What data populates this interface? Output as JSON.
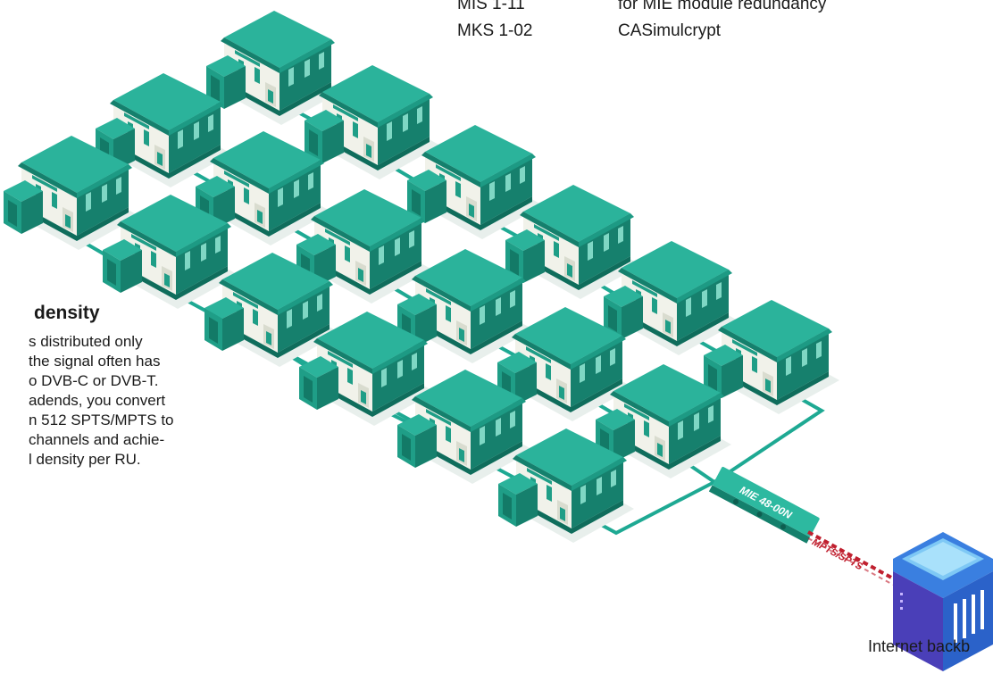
{
  "options": [
    {
      "code": "MIS 1-11",
      "description": "for MIE module redundancy"
    },
    {
      "code": "MKS 1-02",
      "description": "CASimulcrypt"
    }
  ],
  "info": {
    "heading": "density",
    "lines": [
      "s distributed only",
      "the signal often has",
      "o DVB-C or DVB-T.",
      "adends, you convert",
      "n 512 SPTS/MPTS to",
      "channels and achie-",
      "l density per RU."
    ]
  },
  "device_label": "MIE 48-00N",
  "link_label": "MPTS/SPTS",
  "server_label": "Internet backb",
  "colors": {
    "roof": "#2bb39b",
    "roof_dark": "#15806d",
    "wall_light": "#f1f2ea",
    "wall_dark": "#16806d",
    "garage": "#1f9e87",
    "cable": "#1ea993",
    "link_red": "#c0202f",
    "server_blue": "#2c6fd8",
    "server_purple": "#7a37b5"
  }
}
